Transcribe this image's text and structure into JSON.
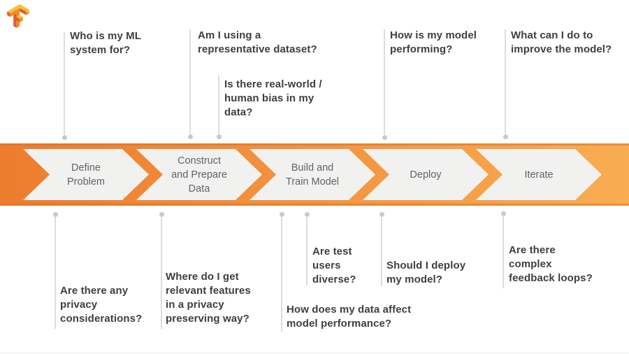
{
  "colors": {
    "band_left": "#ED7C2E",
    "band_right": "#F8AD51",
    "band_edge": "#DD6E22",
    "arrow_fill": "#F1F1F0",
    "stage_text": "#5F6368",
    "question_text": "#3C4043",
    "connector_line": "#DBDDDF",
    "connector_dot": "#C8CACC",
    "logo_dark": "#E55B2D",
    "logo_mid": "#ED8E24",
    "logo_light": "#F8BF3C"
  },
  "logo": {
    "icon": "tensorflow-logo"
  },
  "stages": [
    {
      "label": "Define\nProblem"
    },
    {
      "label": "Construct\nand Prepare\nData"
    },
    {
      "label": "Build and\nTrain Model"
    },
    {
      "label": "Deploy"
    },
    {
      "label": "Iterate"
    }
  ],
  "top_questions": [
    {
      "text": "Who is my ML\nsystem for?"
    },
    {
      "text": "Am I using a\nrepresentative dataset?"
    },
    {
      "text": "Is there real-world /\nhuman bias in my\ndata?"
    },
    {
      "text": "How is my model\nperforming?"
    },
    {
      "text": "What can I do to\nimprove the model?"
    }
  ],
  "bottom_questions": [
    {
      "text": "Are there any\nprivacy\nconsiderations?"
    },
    {
      "text": "Where do I get\nrelevant features\nin a privacy\npreserving way?"
    },
    {
      "text": "How does my data affect\nmodel performance?"
    },
    {
      "text": "Are test\nusers\ndiverse?"
    },
    {
      "text": "Should I deploy\nmy model?"
    },
    {
      "text": "Are there\ncomplex\nfeedback loops?"
    }
  ]
}
